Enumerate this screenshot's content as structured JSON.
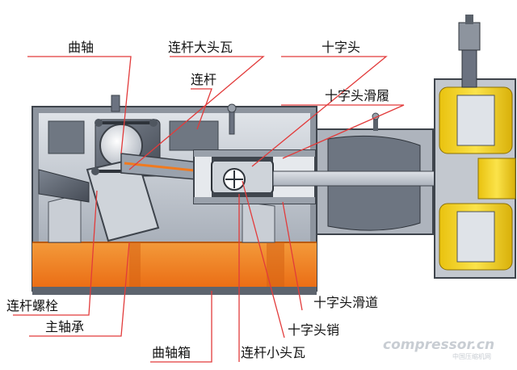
{
  "labels": {
    "crankshaft": "曲轴",
    "big_end_bearing": "连杆大头瓦",
    "connecting_rod": "连杆",
    "con_rod_bolt": "连杆螺栓",
    "main_bearing": "主轴承",
    "crankcase": "曲轴箱",
    "small_end_bearing": "连杆小头瓦",
    "crosshead_pin": "十字头销",
    "crosshead_guide": "十字头滑道",
    "crosshead_shoe": "十字头滑履",
    "crosshead": "十字头"
  },
  "watermark": {
    "brand": "compressor.cn",
    "sub": "中国压缩机网"
  },
  "colors": {
    "leader_line": "#e23b3b",
    "oil": "#f07a1f",
    "housing": "#b7bcc4",
    "cylinder": "#f2d21c"
  }
}
